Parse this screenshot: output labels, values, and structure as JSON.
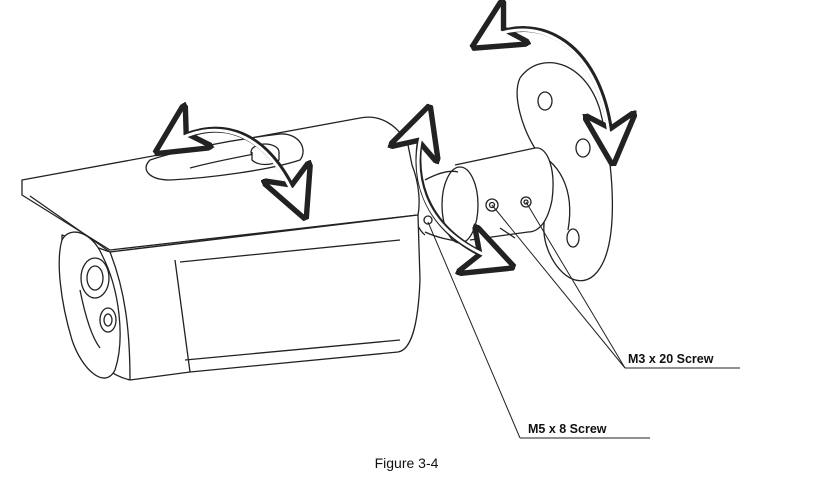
{
  "labels": {
    "m3_screw": "M3 x 20 Screw",
    "m5_screw": "M5 x 8 Screw"
  },
  "caption": "Figure 3-4",
  "icons": [
    "rotation-arrow-icon"
  ]
}
